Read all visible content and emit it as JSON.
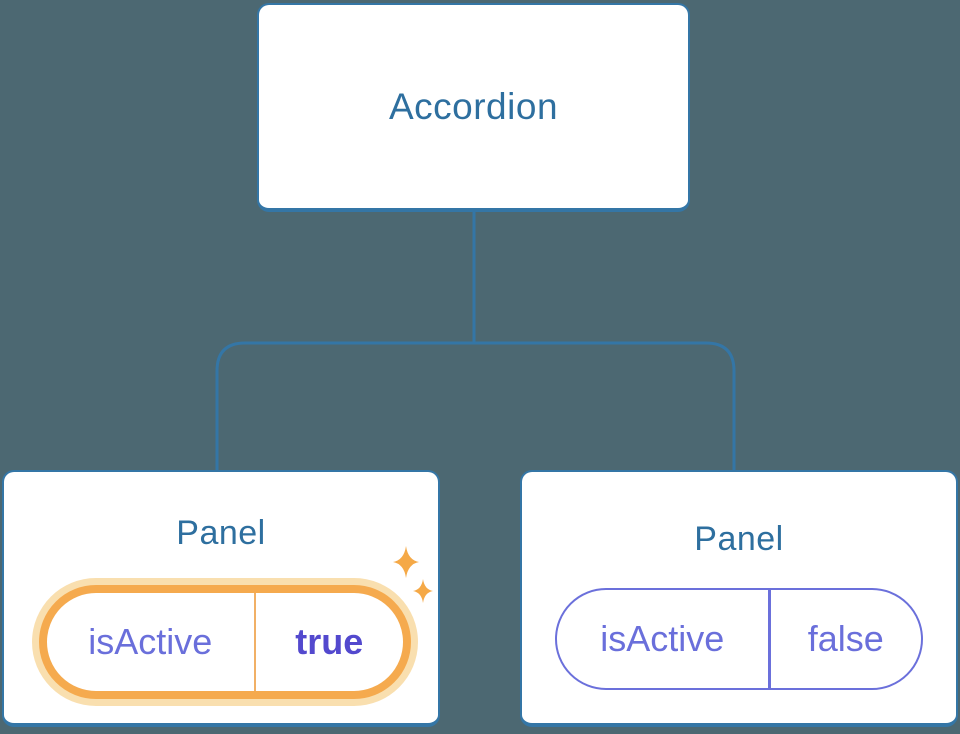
{
  "diagram": {
    "description": "Component tree: Accordion parent owning two Panel children with isActive state",
    "root": {
      "label": "Accordion"
    },
    "panels": [
      {
        "label": "Panel",
        "state_key": "isActive",
        "state_value": "true",
        "active": true
      },
      {
        "label": "Panel",
        "state_key": "isActive",
        "state_value": "false",
        "active": false
      }
    ]
  },
  "colors": {
    "background": "#4C6872",
    "node_fill": "#FFFFFF",
    "node_border": "#3476A6",
    "node_text": "#2E6F9F",
    "connector": "#3476A6",
    "state_text": "#6A6FDB",
    "state_value_active": "#5349CE",
    "active_ring": "#F5AA4E",
    "active_glow": "#F9DFAF",
    "active_divider": "#F1B066",
    "sparkle": "#F5A947",
    "inactive_ring": "#6B70DB"
  }
}
